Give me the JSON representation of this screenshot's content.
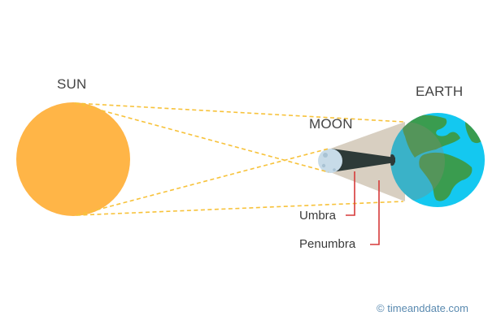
{
  "labels": {
    "sun": "SUN",
    "moon": "MOON",
    "earth": "EARTH",
    "umbra": "Umbra",
    "penumbra": "Penumbra"
  },
  "credit": {
    "symbol": "©",
    "text": "timeanddate.com"
  },
  "colors": {
    "sun": "#ffb547",
    "rays": "#f7c23a",
    "moon": "#c7dbe8",
    "penumbra": "#d8cfc1",
    "umbra": "#2d3a38",
    "ocean": "#14c8f0",
    "land": "#3a9c4f",
    "pointer": "#d63a3a",
    "credit": "#5a8ab0"
  }
}
